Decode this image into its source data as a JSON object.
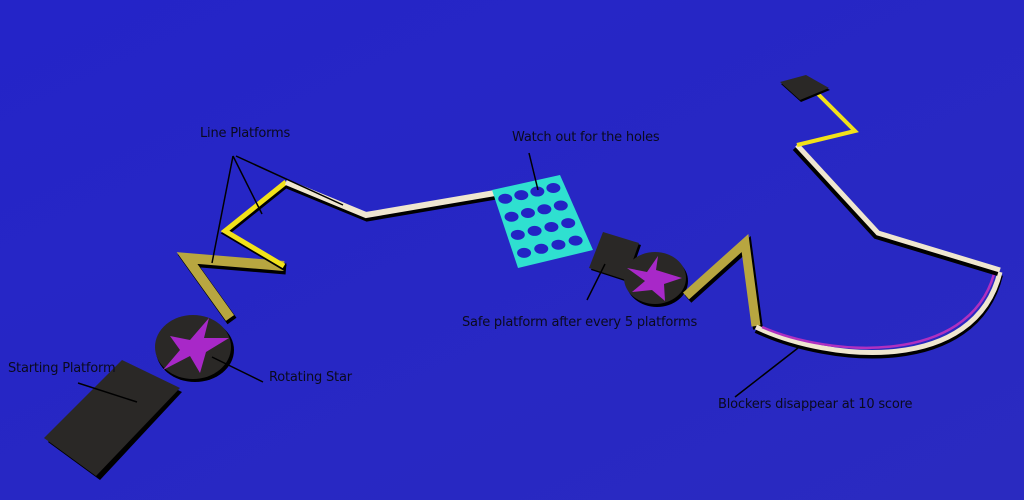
{
  "labels": {
    "line_platforms": "Line Platforms",
    "holes": "Watch out for the holes",
    "safe_platform": "Safe platform after every 5 platforms",
    "rotating_star": "Rotating Star",
    "starting_platform": "Starting Platform",
    "blockers": "Blockers disappear at 10 score"
  },
  "colors": {
    "background": "#2323c4",
    "platform_dark": "#2a2826",
    "gold": "#b8a640",
    "yellow": "#f2e21a",
    "cream": "#efe6d0",
    "cyan": "#2fe0d0",
    "star": "#a828c8",
    "blocker": "#b030c0"
  }
}
